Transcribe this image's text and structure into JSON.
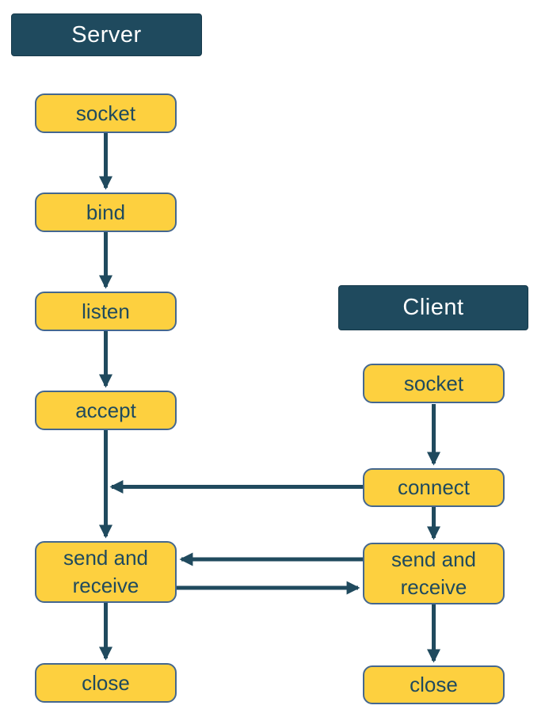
{
  "diagram": {
    "type": "flowchart",
    "topic": "TCP socket connection flow between a server and a client",
    "server": {
      "header": "Server",
      "nodes": {
        "socket": {
          "label": "socket"
        },
        "bind": {
          "label": "bind"
        },
        "listen": {
          "label": "listen"
        },
        "accept": {
          "label": "accept"
        },
        "send_receive": {
          "label": "send and receive"
        },
        "close": {
          "label": "close"
        }
      }
    },
    "client": {
      "header": "Client",
      "nodes": {
        "socket": {
          "label": "socket"
        },
        "connect": {
          "label": "connect"
        },
        "send_receive": {
          "label": "send and receive"
        },
        "close": {
          "label": "close"
        }
      }
    },
    "edges": [
      {
        "from": "server.socket",
        "to": "server.bind"
      },
      {
        "from": "server.bind",
        "to": "server.listen"
      },
      {
        "from": "server.listen",
        "to": "server.accept"
      },
      {
        "from": "server.accept",
        "to": "server.send_receive"
      },
      {
        "from": "client.socket",
        "to": "client.connect"
      },
      {
        "from": "client.connect",
        "to": "server.accept"
      },
      {
        "from": "client.connect",
        "to": "client.send_receive"
      },
      {
        "from": "client.send_receive",
        "to": "server.send_receive"
      },
      {
        "from": "server.send_receive",
        "to": "client.send_receive"
      },
      {
        "from": "server.send_receive",
        "to": "server.close"
      },
      {
        "from": "client.send_receive",
        "to": "client.close"
      }
    ],
    "colors": {
      "header_fill": "#1f4a5e",
      "header_text": "#ffffff",
      "node_fill": "#fdd03f",
      "node_border": "#44678f",
      "node_text": "#1f4a5e",
      "arrow": "#204a5e"
    }
  }
}
